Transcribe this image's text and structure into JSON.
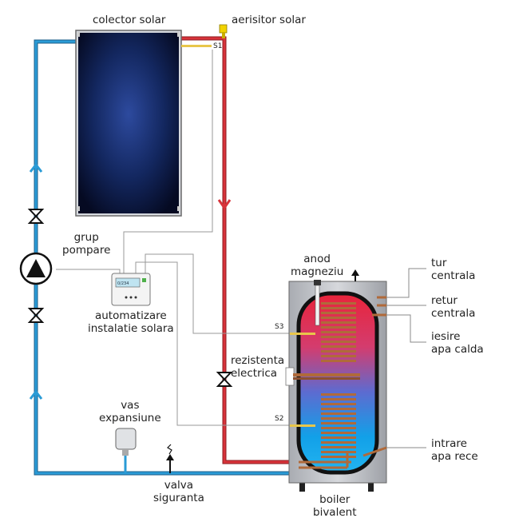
{
  "labels": {
    "collector": "colector solar",
    "air_vent": "aerisitor solar",
    "pump_group": [
      "grup",
      "pompare"
    ],
    "controller": [
      "automatizare",
      "instalatie solara"
    ],
    "anode": [
      "anod",
      "magneziu"
    ],
    "heater": [
      "rezistenta",
      "electrica"
    ],
    "expansion": [
      "vas",
      "expansiune"
    ],
    "safety_valve": [
      "valva",
      "siguranta"
    ],
    "boiler": [
      "boiler",
      "bivalent"
    ],
    "tur": [
      "tur",
      "centrala"
    ],
    "retur": [
      "retur",
      "centrala"
    ],
    "hot_out": [
      "iesire",
      "apa calda"
    ],
    "cold_in": [
      "intrare",
      "apa rece"
    ]
  },
  "sensors": {
    "s1": "S1",
    "s2": "S2",
    "s3": "S3"
  },
  "controller_display": "0/234",
  "colors": {
    "hot_pipe": "#d8333a",
    "cold_pipe": "#2a9bd6",
    "coil": "#b06a3a",
    "hot_water": "#e32d3a",
    "cold_water": "#1aa6e6",
    "collector_panel": "#0a1a4c"
  }
}
